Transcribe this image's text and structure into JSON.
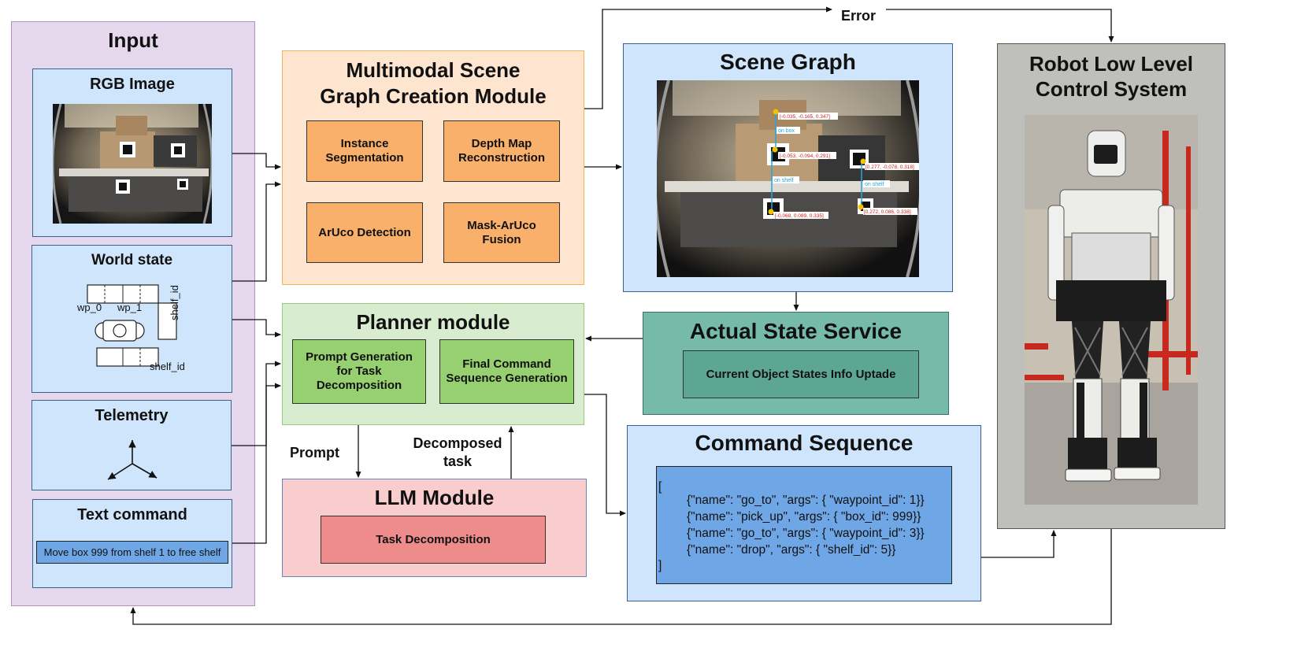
{
  "input": {
    "title": "Input",
    "rgb_image": {
      "title": "RGB Image"
    },
    "world_state": {
      "title": "World state",
      "wp0": "wp_0",
      "wp1": "wp_1",
      "shelf_vertical": "shelf_id",
      "shelf_horizontal": "shelf_id"
    },
    "telemetry": {
      "title": "Telemetry"
    },
    "text_command": {
      "title": "Text command",
      "value": "Move box 999 from shelf 1 to free shelf"
    }
  },
  "scene_graph_module": {
    "title": "Multimodal Scene Graph Creation Module",
    "items": [
      "Instance Segmentation",
      "Depth Map Reconstruction",
      "ArUco Detection",
      "Mask-ArUco Fusion"
    ]
  },
  "scene_graph": {
    "title": "Scene Graph",
    "coords": [
      "[-0.035, -0.165, 0.347]",
      "[-0.053, -0.094, 0.291]",
      "[0.277, -0.078, 0.318]",
      "[-0.068, 0.089, 0.335]",
      "[0.272, 0.086, 0.338]"
    ],
    "relations": [
      "on box",
      "on shelf",
      "on shelf"
    ]
  },
  "planner": {
    "title": "Planner module",
    "items": [
      "Prompt Generation for Task Decomposition",
      "Final Command Sequence Generation"
    ]
  },
  "actual_state": {
    "title": "Actual State Service",
    "item": "Current Object States Info Uptade"
  },
  "llm": {
    "title": "LLM Module",
    "item": "Task Decomposition"
  },
  "command_sequence": {
    "title": "Command Sequence",
    "lines": [
      "[",
      "{\"name\": \"go_to\", \"args\": { \"waypoint_id\": 1}}",
      "{\"name\": \"pick_up\", \"args\": { \"box_id\": 999}}",
      "{\"name\": \"go_to\", \"args\": { \"waypoint_id\": 3}}",
      "{\"name\": \"drop\", \"args\": { \"shelf_id\": 5}}",
      "]"
    ]
  },
  "robot": {
    "title": "Robot Low Level Control System"
  },
  "edges": {
    "error": "Error",
    "prompt": "Prompt",
    "decomposed": "Decomposed task"
  },
  "colors": {
    "input_bg": "#e6d8ec",
    "input_border": "#b58fc4",
    "card_bg": "#cfe5fb",
    "card_border": "#3b5f8f",
    "module_bg": "#fde5cf",
    "module_border": "#f0b45d",
    "module_item": "#f8b06b",
    "planner_bg": "#d8edd0",
    "planner_border": "#97cc7d",
    "planner_item": "#97d070",
    "state_bg": "#76bba9",
    "state_item": "#5ea694",
    "llm_bg": "#f9ccce",
    "llm_item": "#ee8c8c",
    "cmd_box": "#6fa6e6",
    "robot_bg": "#bfbfbb"
  }
}
